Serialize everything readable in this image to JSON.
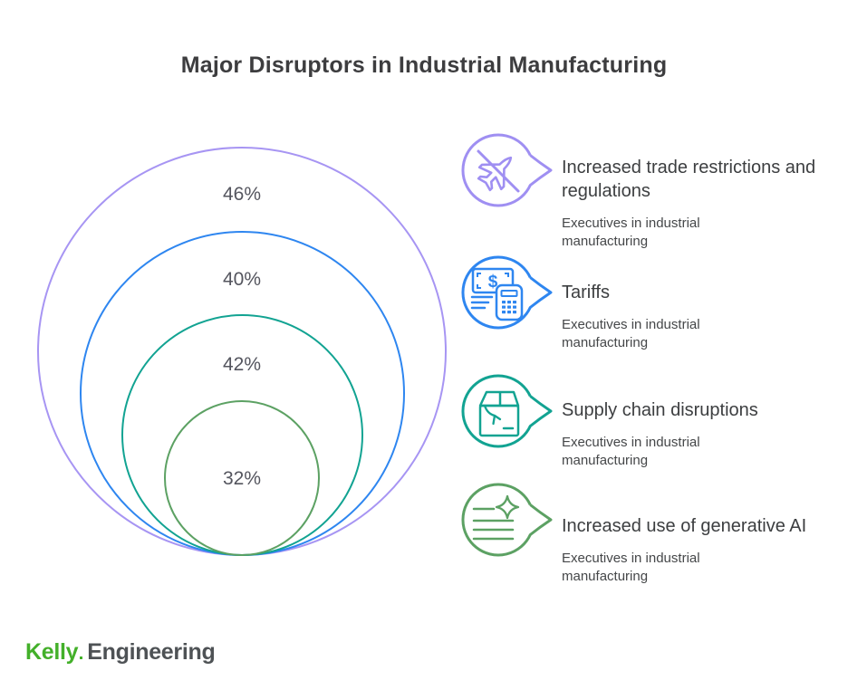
{
  "title": "Major Disruptors in Industrial Manufacturing",
  "chart_data": {
    "type": "nested-circles",
    "title": "Major Disruptors in Industrial Manufacturing",
    "categories": [
      "Increased trade restrictions and regulations",
      "Tariffs",
      "Supply chain disruptions",
      "Increased use of generative AI"
    ],
    "values": [
      46,
      40,
      42,
      32
    ],
    "display_labels": [
      "46%",
      "40%",
      "42%",
      "32%"
    ],
    "unit": "%",
    "respondent_group": "Executives in industrial manufacturing",
    "layout": "concentric circles tangent at bottom, ordered outer to inner",
    "circle_colors": [
      "#A795F3",
      "#2E86F0",
      "#12A392",
      "#5CA163"
    ]
  },
  "legend": {
    "items": [
      {
        "label": "Increased trade restrictions and regulations",
        "sublabel": "Executives in industrial manufacturing",
        "icon": "no-plane-icon",
        "color": "#9F8FF2",
        "value": "46%"
      },
      {
        "label": "Tariffs",
        "sublabel": "Executives in industrial manufacturing",
        "icon": "money-calculator-icon",
        "color": "#2E86F0",
        "value": "40%"
      },
      {
        "label": "Supply chain disruptions",
        "sublabel": "Executives in industrial manufacturing",
        "icon": "damaged-box-icon",
        "color": "#12A392",
        "value": "42%"
      },
      {
        "label": "Increased use of generative AI",
        "sublabel": "Executives in industrial manufacturing",
        "icon": "sparkle-text-icon",
        "color": "#5CA163",
        "value": "32%"
      }
    ]
  },
  "footer": {
    "brand_primary": "Kelly",
    "brand_secondary": "Engineering"
  },
  "colors": {
    "c-purple": "#9F8FF2",
    "c-blue": "#2E86F0",
    "c-teal": "#12A392",
    "c-green": "#5CA163",
    "c-chart-purple": "#A795F3",
    "c-kelly": "#43B02A",
    "c-ink": "#4E5255",
    "c-title": "#3D3D3F",
    "c-percent": "#54555E",
    "c-legend-title": "#3C3E40",
    "c-sub": "#454749"
  }
}
